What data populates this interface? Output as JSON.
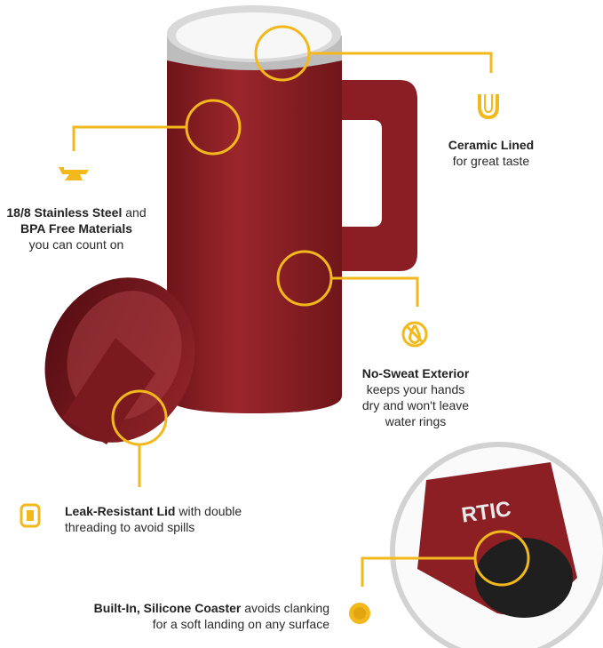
{
  "brand": {
    "logo_text": "RTIC"
  },
  "colors": {
    "accent": "#f2b81c",
    "mug": "#8b1f24",
    "rim": "#c9c9c9"
  },
  "features": [
    {
      "icon": "u-ceramic-icon",
      "title": "Ceramic Lined",
      "rest": "",
      "desc": "for great taste"
    },
    {
      "icon": "anvil-icon",
      "title": "18/8 Stainless Steel",
      "rest": " and",
      "title2": "BPA Free Materials",
      "desc": "you can count on"
    },
    {
      "icon": "no-sweat-drop-icon",
      "title": "No-Sweat Exterior",
      "desc1": "keeps your hands",
      "desc2": "dry and won't leave",
      "desc3": "water rings"
    },
    {
      "icon": "lid-icon",
      "title": "Leak-Resistant Lid",
      "rest": " with double",
      "desc": "threading to avoid spills"
    },
    {
      "icon": "coaster-icon",
      "title": "Built-In, Silicone Coaster",
      "rest": " avoids clanking",
      "desc": "for a soft landing on any surface"
    }
  ]
}
